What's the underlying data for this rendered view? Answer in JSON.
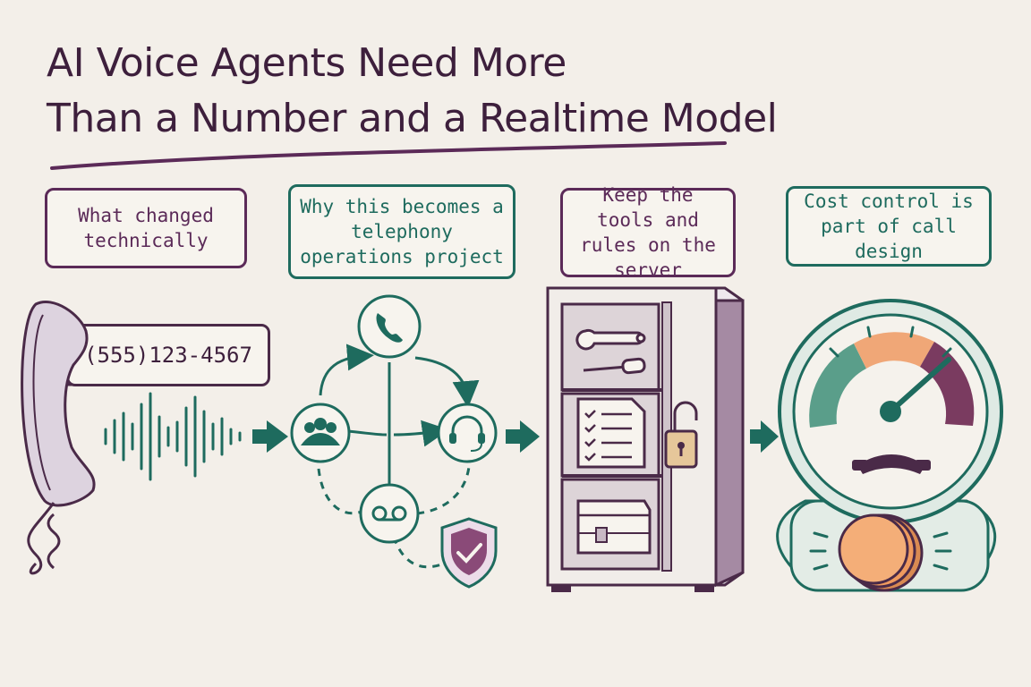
{
  "title": {
    "line1": "AI Voice Agents Need More",
    "line2": "Than a Number and a Realtime Model"
  },
  "steps": [
    {
      "text": "What changed technically"
    },
    {
      "text": "Why this becomes a telephony operations project"
    },
    {
      "text": "Keep the tools and rules on the server"
    },
    {
      "text": "Cost control is part of call design"
    }
  ],
  "phone_number": "(555)123-4567",
  "colors": {
    "purple": "#5b2a58",
    "teal": "#1e6b5e",
    "gauge_green": "#5a9e8a",
    "gauge_orange": "#f0a777",
    "gauge_plum": "#7a3b60",
    "coin": "#ef9a5e"
  }
}
